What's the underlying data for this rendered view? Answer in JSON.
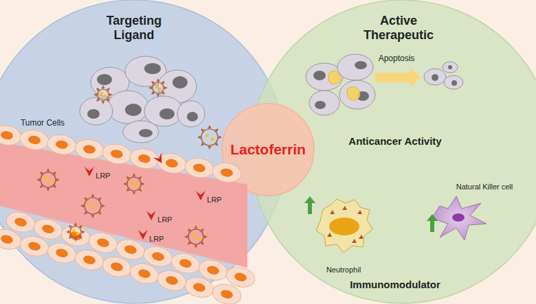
{
  "diagram": {
    "nodes": [
      {
        "text": [
          "Targeting Ligand"
        ]
      },
      {
        "text": [
          "Active Therapeutic"
        ]
      },
      {
        "text": [
          "Lactoferrin"
        ]
      }
    ],
    "labels": [
      "Tumor Cells",
      "LRP",
      "LRP",
      "LRP",
      "LRP",
      "Apoptosis",
      "Anticancer Activity",
      "Neutrophil",
      "Natural Killer cell",
      "Immunomodulator"
    ]
  }
}
